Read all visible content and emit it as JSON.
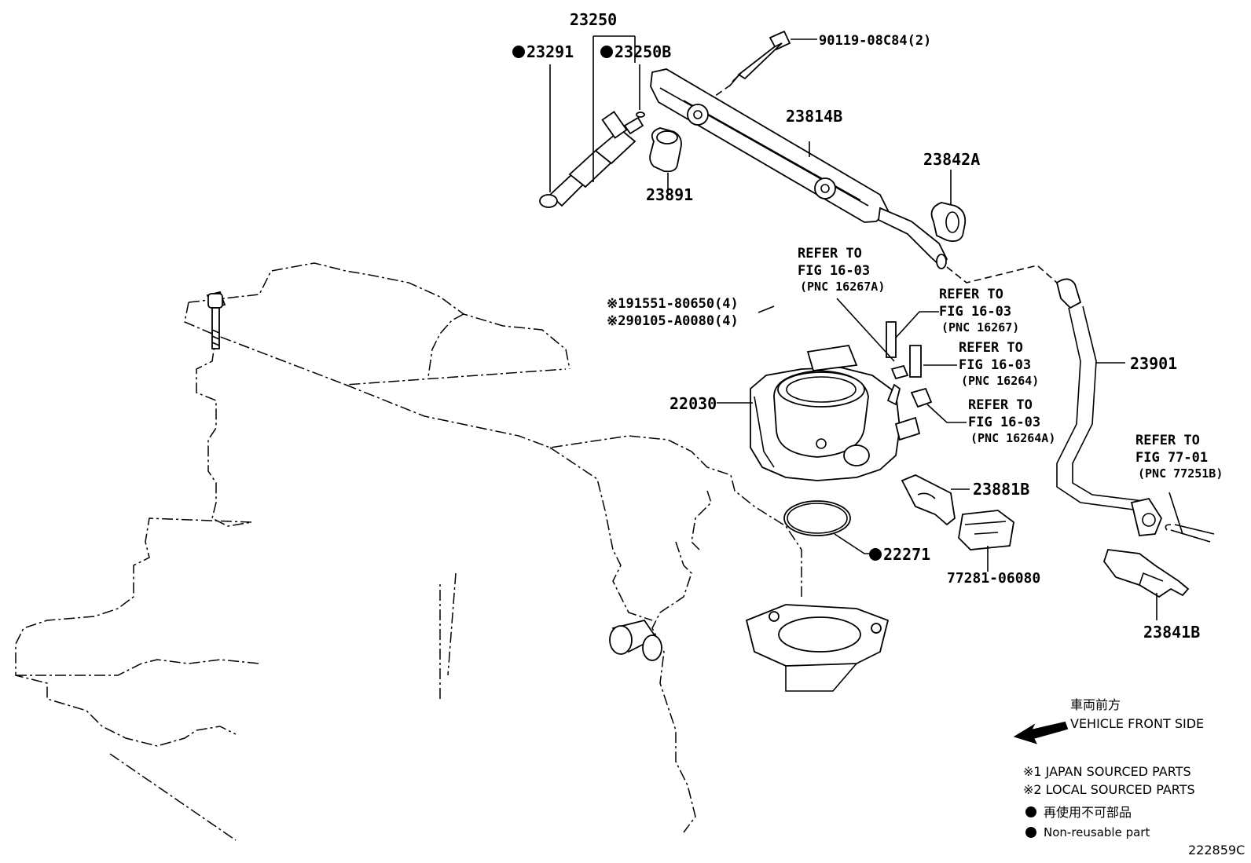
{
  "labels": {
    "p23250": "23250",
    "p23291": "23291",
    "p23250b": "23250B",
    "p90119": "90119-08C84(2)",
    "p23814b": "23814B",
    "p23842a": "23842A",
    "p23891": "23891",
    "p191551": "※191551-80650(4)",
    "p290105": "※290105-A0080(4)",
    "p22030": "22030",
    "p23901": "23901",
    "p23881b": "23881B",
    "p22271": "22271",
    "p77281": "77281-06080",
    "p23841b": "23841B",
    "diagram_id": "222859C"
  },
  "refs": [
    {
      "line1": "REFER TO",
      "line2": "FIG 16-03",
      "line3": "(PNC 16267A)"
    },
    {
      "line1": "REFER TO",
      "line2": "FIG 16-03",
      "line3": "(PNC 16267)"
    },
    {
      "line1": "REFER TO",
      "line2": "FIG 16-03",
      "line3": "(PNC 16264)"
    },
    {
      "line1": "REFER TO",
      "line2": "FIG 16-03",
      "line3": "(PNC 16264A)"
    },
    {
      "line1": "REFER TO",
      "line2": "FIG 77-01",
      "line3": "(PNC 77251B)"
    }
  ],
  "legend": {
    "front_jp": "車両前方",
    "front_en": "VEHICLE FRONT SIDE",
    "note1": "※1 JAPAN SOURCED PARTS",
    "note2": "※2 LOCAL SOURCED PARTS",
    "nonreuse_jp": "再使用不可部品",
    "nonreuse_en": "Non-reusable part"
  }
}
